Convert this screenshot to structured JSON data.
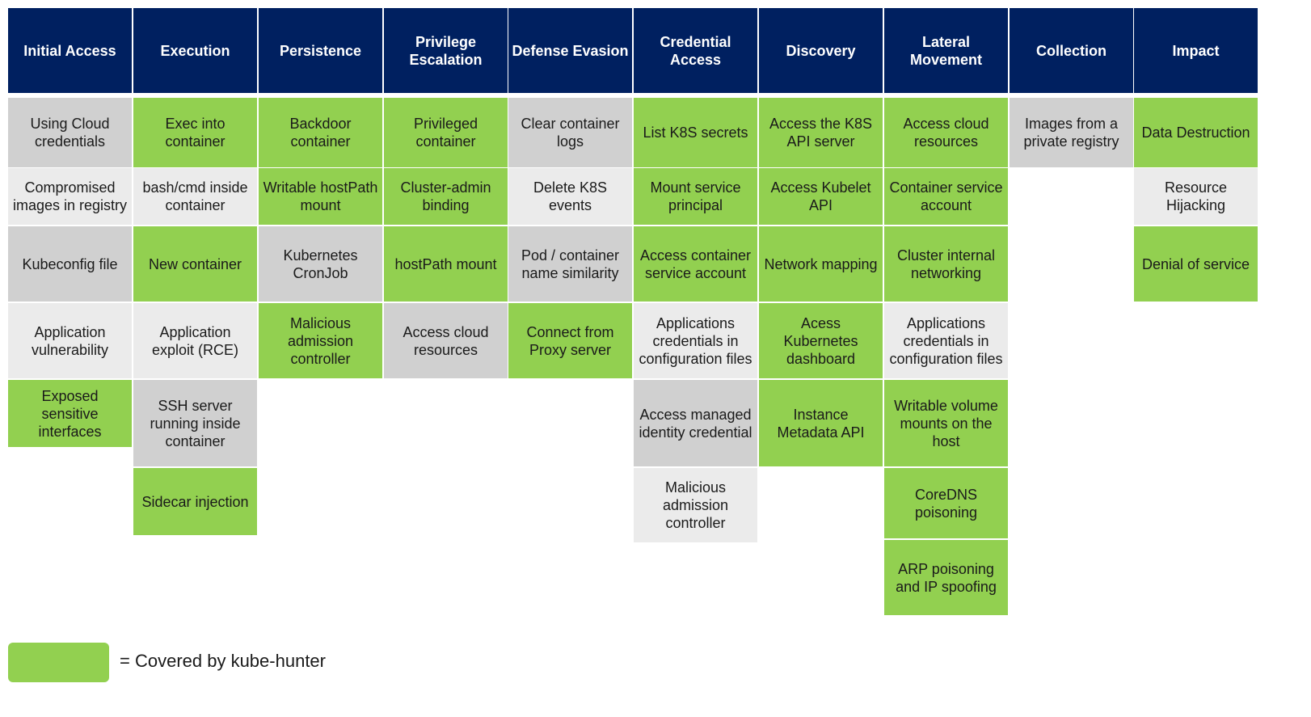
{
  "colors": {
    "header": "#002060",
    "covered": "#92d050",
    "not_covered_dark": "#d0d0d0",
    "not_covered_light": "#ebebeb"
  },
  "tactics": [
    {
      "name": "Initial Access",
      "techniques": [
        {
          "label": "Using Cloud credentials",
          "covered": false,
          "shade": "dark"
        },
        {
          "label": "Compromised images in registry",
          "covered": false,
          "shade": "light"
        },
        {
          "label": "Kubeconfig file",
          "covered": false,
          "shade": "dark"
        },
        {
          "label": "Application vulnerability",
          "covered": false,
          "shade": "light"
        },
        {
          "label": "Exposed sensitive interfaces",
          "covered": true
        }
      ]
    },
    {
      "name": "Execution",
      "techniques": [
        {
          "label": "Exec into container",
          "covered": true
        },
        {
          "label": "bash/cmd inside container",
          "covered": false,
          "shade": "light"
        },
        {
          "label": "New container",
          "covered": true
        },
        {
          "label": "Application exploit (RCE)",
          "covered": false,
          "shade": "light"
        },
        {
          "label": "SSH server running inside container",
          "covered": false,
          "shade": "dark"
        },
        {
          "label": "Sidecar injection",
          "covered": true
        }
      ]
    },
    {
      "name": "Persistence",
      "techniques": [
        {
          "label": "Backdoor container",
          "covered": true
        },
        {
          "label": "Writable hostPath mount",
          "covered": true
        },
        {
          "label": "Kubernetes CronJob",
          "covered": false,
          "shade": "dark"
        },
        {
          "label": "Malicious admission controller",
          "covered": true
        }
      ]
    },
    {
      "name": "Privilege Escalation",
      "techniques": [
        {
          "label": "Privileged container",
          "covered": true
        },
        {
          "label": "Cluster-admin binding",
          "covered": true
        },
        {
          "label": "hostPath mount",
          "covered": true
        },
        {
          "label": "Access cloud resources",
          "covered": false,
          "shade": "dark"
        }
      ]
    },
    {
      "name": "Defense Evasion",
      "techniques": [
        {
          "label": "Clear container logs",
          "covered": false,
          "shade": "dark"
        },
        {
          "label": "Delete K8S events",
          "covered": false,
          "shade": "light"
        },
        {
          "label": "Pod / container name similarity",
          "covered": false,
          "shade": "dark"
        },
        {
          "label": "Connect from Proxy server",
          "covered": true
        }
      ]
    },
    {
      "name": "Credential Access",
      "techniques": [
        {
          "label": "List K8S secrets",
          "covered": true
        },
        {
          "label": "Mount service principal",
          "covered": true
        },
        {
          "label": "Access container service account",
          "covered": true
        },
        {
          "label": "Applications credentials in configuration files",
          "covered": false,
          "shade": "light"
        },
        {
          "label": "Access managed identity credential",
          "covered": false,
          "shade": "dark"
        },
        {
          "label": "Malicious admission controller",
          "covered": false,
          "shade": "light"
        }
      ]
    },
    {
      "name": "Discovery",
      "techniques": [
        {
          "label": "Access the K8S API server",
          "covered": true
        },
        {
          "label": "Access Kubelet API",
          "covered": true
        },
        {
          "label": "Network mapping",
          "covered": true
        },
        {
          "label": "Acess Kubernetes dashboard",
          "covered": true
        },
        {
          "label": "Instance Metadata API",
          "covered": true
        }
      ]
    },
    {
      "name": "Lateral Movement",
      "techniques": [
        {
          "label": "Access cloud resources",
          "covered": true
        },
        {
          "label": "Container service account",
          "covered": true
        },
        {
          "label": "Cluster internal networking",
          "covered": true
        },
        {
          "label": "Applications credentials in configuration files",
          "covered": false,
          "shade": "light"
        },
        {
          "label": "Writable volume mounts on the host",
          "covered": true
        },
        {
          "label": "CoreDNS poisoning",
          "covered": true
        },
        {
          "label": "ARP poisoning and IP spoofing",
          "covered": true
        }
      ]
    },
    {
      "name": "Collection",
      "techniques": [
        {
          "label": "Images from a private registry",
          "covered": false,
          "shade": "dark"
        }
      ]
    },
    {
      "name": "Impact",
      "techniques": [
        {
          "label": "Data Destruction",
          "covered": true
        },
        {
          "label": "Resource Hijacking",
          "covered": false,
          "shade": "light"
        },
        {
          "label": "Denial of service",
          "covered": true
        }
      ]
    }
  ],
  "legend": {
    "label": "= Covered by kube-hunter"
  }
}
